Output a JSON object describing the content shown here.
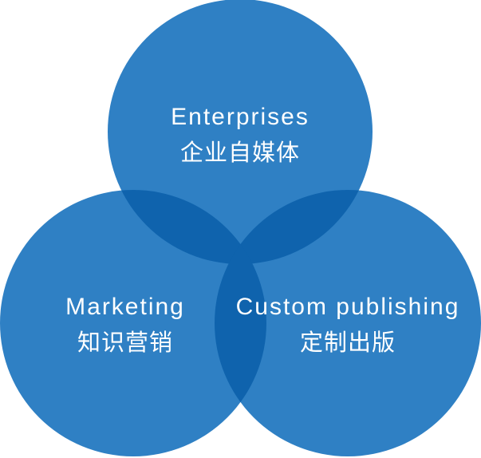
{
  "diagram": {
    "colors": {
      "circle_fill": "#2f80c4",
      "overlap_fill": "#0f63ad",
      "label_color": "#ffffff",
      "background": "#ffffff"
    },
    "circles": [
      {
        "id": "top",
        "title_en": "Enterprises",
        "title_zh": "企业自媒体"
      },
      {
        "id": "left",
        "title_en": "Marketing",
        "title_zh": "知识营销"
      },
      {
        "id": "right",
        "title_en": "Custom publishing",
        "title_zh": "定制出版"
      }
    ]
  }
}
